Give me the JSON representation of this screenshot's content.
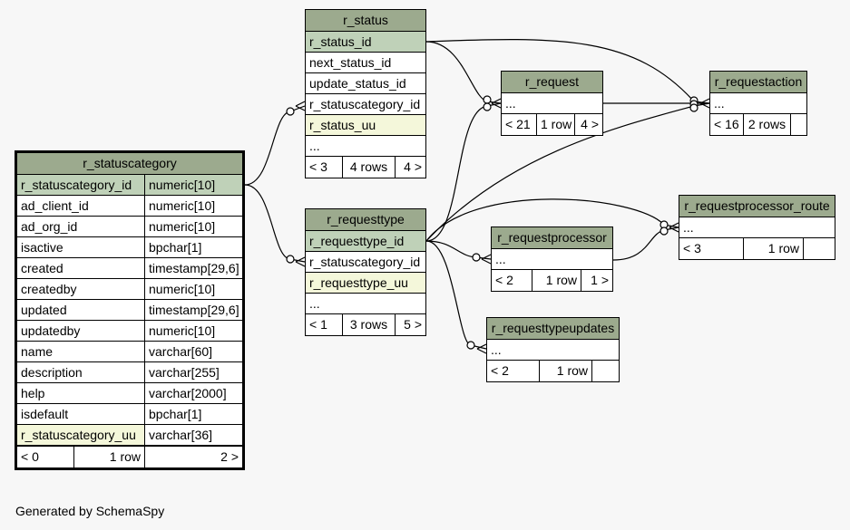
{
  "footer": "Generated by SchemaSpy",
  "tables": {
    "r_status": {
      "name": "r_status",
      "rows": [
        "r_status_id",
        "next_status_id",
        "update_status_id",
        "r_statuscategory_id",
        "r_status_uu",
        "..."
      ],
      "foot": [
        "< 3",
        "4 rows",
        "4 >"
      ]
    },
    "r_request": {
      "name": "r_request",
      "rows": [
        "..."
      ],
      "foot": [
        "< 21",
        "1 row",
        "4 >"
      ]
    },
    "r_requestaction": {
      "name": "r_requestaction",
      "rows": [
        "..."
      ],
      "foot": [
        "< 16",
        "2 rows",
        ""
      ]
    },
    "r_statuscategory": {
      "name": "r_statuscategory",
      "columns": [
        {
          "name": "r_statuscategory_id",
          "type": "numeric[10]"
        },
        {
          "name": "ad_client_id",
          "type": "numeric[10]"
        },
        {
          "name": "ad_org_id",
          "type": "numeric[10]"
        },
        {
          "name": "isactive",
          "type": "bpchar[1]"
        },
        {
          "name": "created",
          "type": "timestamp[29,6]"
        },
        {
          "name": "createdby",
          "type": "numeric[10]"
        },
        {
          "name": "updated",
          "type": "timestamp[29,6]"
        },
        {
          "name": "updatedby",
          "type": "numeric[10]"
        },
        {
          "name": "name",
          "type": "varchar[60]"
        },
        {
          "name": "description",
          "type": "varchar[255]"
        },
        {
          "name": "help",
          "type": "varchar[2000]"
        },
        {
          "name": "isdefault",
          "type": "bpchar[1]"
        },
        {
          "name": "r_statuscategory_uu",
          "type": "varchar[36]"
        }
      ],
      "foot": [
        "< 0",
        "1 row",
        "2 >"
      ]
    },
    "r_requesttype": {
      "name": "r_requesttype",
      "rows": [
        "r_requesttype_id",
        "r_statuscategory_id",
        "r_requesttype_uu",
        "..."
      ],
      "foot": [
        "< 1",
        "3 rows",
        "5 >"
      ]
    },
    "r_requestprocessor": {
      "name": "r_requestprocessor",
      "rows": [
        "..."
      ],
      "foot": [
        "< 2",
        "1 row",
        "1 >"
      ]
    },
    "r_requestprocessor_route": {
      "name": "r_requestprocessor_route",
      "rows": [
        "..."
      ],
      "foot": [
        "< 3",
        "1 row",
        ""
      ]
    },
    "r_requesttypeupdates": {
      "name": "r_requesttypeupdates",
      "rows": [
        "..."
      ],
      "foot": [
        "< 2",
        "1 row",
        ""
      ]
    }
  }
}
